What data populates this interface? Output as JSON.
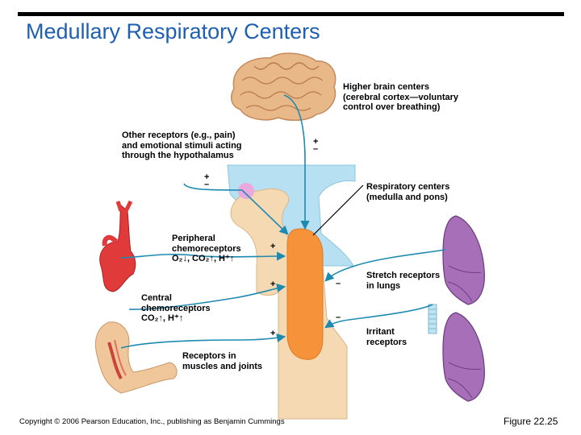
{
  "title": "Medullary Respiratory Centers",
  "labels": {
    "higher_brain": [
      "Higher brain centers",
      "(cerebral cortex—voluntary",
      "control over breathing)"
    ],
    "other_receptors": [
      "Other receptors (e.g., pain)",
      "and emotional stimuli acting",
      "through the hypothalamus"
    ],
    "respiratory_centers": [
      "Respiratory centers",
      "(medulla and pons)"
    ],
    "peripheral": [
      "Peripheral",
      "chemoreceptors",
      "O₂↓, CO₂↑, H⁺↑"
    ],
    "central": [
      "Central",
      "chemoreceptors",
      "CO₂↑, H⁺↑"
    ],
    "muscles": [
      "Receptors in",
      "muscles and joints"
    ],
    "stretch": [
      "Stretch receptors",
      "in lungs"
    ],
    "irritant": [
      "Irritant",
      "receptors"
    ]
  },
  "signs": {
    "higher_plus": "+",
    "higher_minus": "–",
    "hypo_plus": "+",
    "hypo_minus": "–",
    "peripheral_plus": "+",
    "central_plus": "+",
    "muscles_plus": "+",
    "stretch_minus": "–",
    "irritant_minus": "–"
  },
  "footer": {
    "copyright": "Copyright © 2006 Pearson Education, Inc., publishing as Benjamin Cummings",
    "figure": "Figure 22.25"
  },
  "colors": {
    "title": "#1f5fb0",
    "arrow": "#1e8ab0",
    "brain": "#e8b889",
    "brainstem_tan": "#f4d9b3",
    "ventricle_blue": "#b7e0f2",
    "medulla_orange": "#f6923a",
    "lung_purple": "#a86fb9",
    "artery_red": "#e03a3a"
  }
}
